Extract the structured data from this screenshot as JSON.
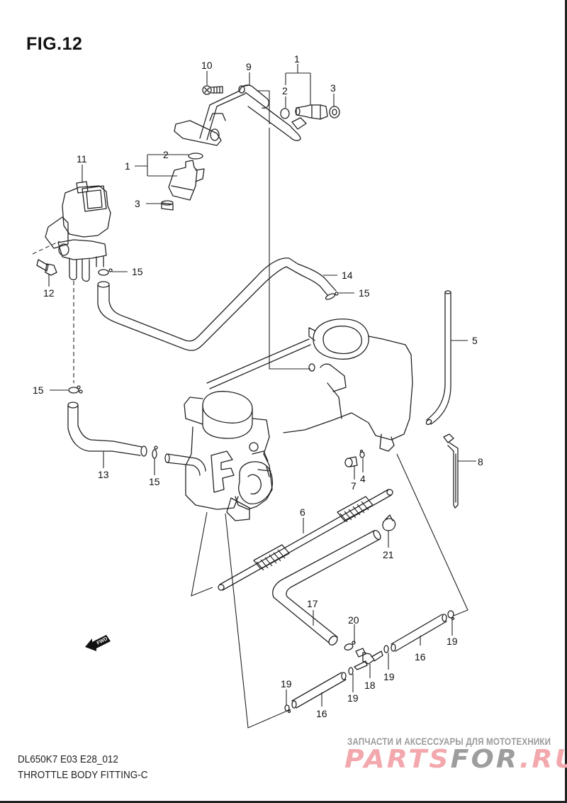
{
  "figure": {
    "title": "FIG.12",
    "model_code": "DL650K7 E03 E28_012",
    "section_name": "THROTTLE BODY FITTING-C"
  },
  "watermark": {
    "tagline": "ЗАПЧАСТИ И АКСЕССУАРЫ ДЛЯ МОТОТЕХНИКИ",
    "logo_part1": "PARTS",
    "logo_part2": "FOR",
    "logo_part3": ".RU",
    "colors": {
      "pink": "#f3a8ad",
      "gray": "#9d9d9d"
    }
  },
  "direction_marker": {
    "label": "FWD",
    "icon": "arrow-left-icon"
  },
  "callouts": [
    {
      "id": "c1",
      "number": "1",
      "part": "fuel-injector-right"
    },
    {
      "id": "c2",
      "number": "2",
      "part": "o-ring-right"
    },
    {
      "id": "c3",
      "number": "3",
      "part": "cushion-right"
    },
    {
      "id": "c9",
      "number": "9",
      "part": "fuel-delivery-pipe"
    },
    {
      "id": "c10",
      "number": "10",
      "part": "screw"
    },
    {
      "id": "c1b",
      "number": "1",
      "part": "fuel-injector-left"
    },
    {
      "id": "c2b",
      "number": "2",
      "part": "o-ring-left"
    },
    {
      "id": "c3b",
      "number": "3",
      "part": "cushion-left"
    },
    {
      "id": "c11",
      "number": "11",
      "part": "idle-speed-control-valve"
    },
    {
      "id": "c12",
      "number": "12",
      "part": "bolt"
    },
    {
      "id": "c15a",
      "number": "15",
      "part": "clamp"
    },
    {
      "id": "c14",
      "number": "14",
      "part": "hose"
    },
    {
      "id": "c15b",
      "number": "15",
      "part": "clamp"
    },
    {
      "id": "c5",
      "number": "5",
      "part": "hose"
    },
    {
      "id": "c15c",
      "number": "15",
      "part": "clamp"
    },
    {
      "id": "c13",
      "number": "13",
      "part": "hose"
    },
    {
      "id": "c15d",
      "number": "15",
      "part": "clamp"
    },
    {
      "id": "c8",
      "number": "8",
      "part": "cable-tie"
    },
    {
      "id": "c7",
      "number": "7",
      "part": "cap"
    },
    {
      "id": "c4",
      "number": "4",
      "part": "clip"
    },
    {
      "id": "c6",
      "number": "6",
      "part": "hose"
    },
    {
      "id": "c21",
      "number": "21",
      "part": "clamp"
    },
    {
      "id": "c17",
      "number": "17",
      "part": "hose"
    },
    {
      "id": "c20",
      "number": "20",
      "part": "clip"
    },
    {
      "id": "c19a",
      "number": "19",
      "part": "clip"
    },
    {
      "id": "c16a",
      "number": "16",
      "part": "hose"
    },
    {
      "id": "c18",
      "number": "18",
      "part": "joint"
    },
    {
      "id": "c19b",
      "number": "19",
      "part": "clip"
    },
    {
      "id": "c19c",
      "number": "19",
      "part": "clip"
    },
    {
      "id": "c19d",
      "number": "19",
      "part": "clip"
    },
    {
      "id": "c16b",
      "number": "16",
      "part": "hose"
    }
  ]
}
